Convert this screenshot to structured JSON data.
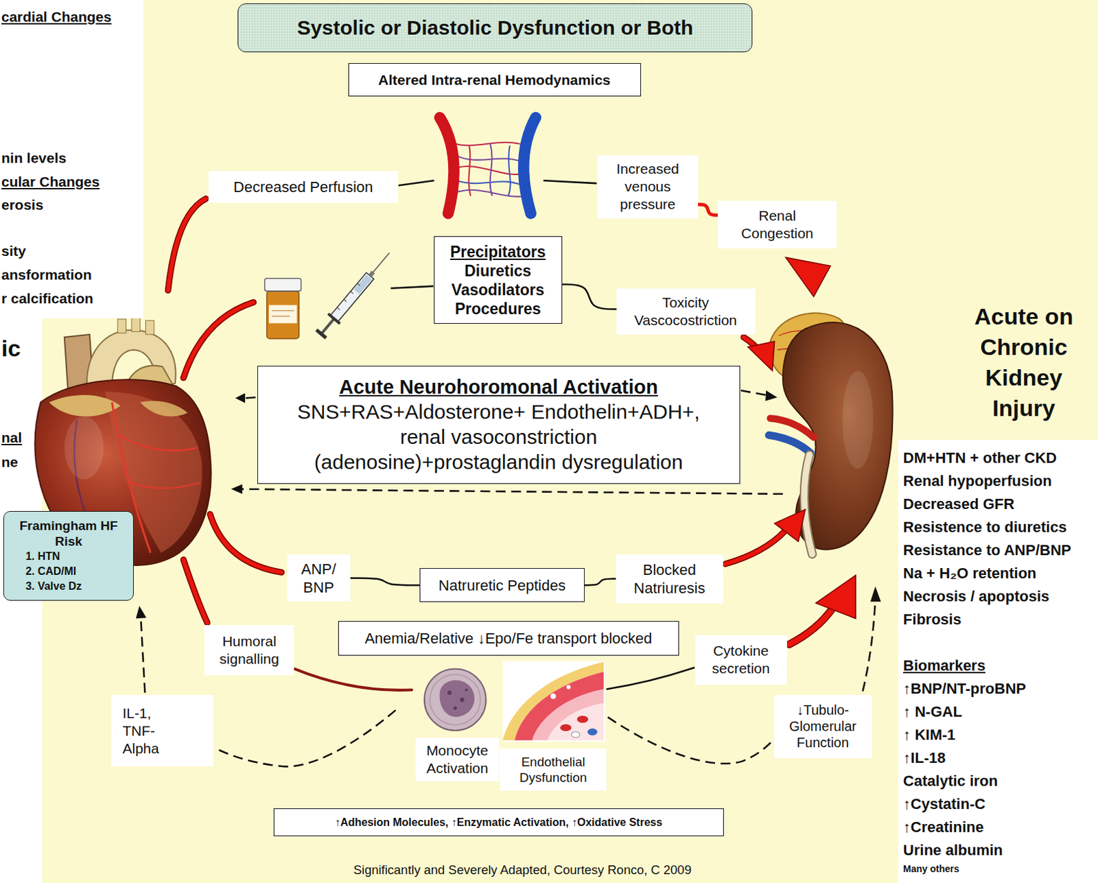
{
  "diagram": {
    "caption": "Significantly and Severely Adapted, Courtesy Ronco, C 2009",
    "nodes": [
      {
        "text": [
          "cardial Changes",
          "nin levels",
          "cular Changes",
          "erosis",
          "sity",
          "ansformation",
          "r calcification"
        ]
      },
      {
        "text": [
          "Systolic or Diastolic Dysfunction or Both"
        ]
      },
      {
        "text": [
          "Altered Intra-renal Hemodynamics"
        ]
      },
      {
        "text": [
          "Decreased Perfusion"
        ]
      },
      {
        "text": [
          "Increased venous pressure"
        ]
      },
      {
        "text": [
          "Renal Congestion"
        ]
      },
      {
        "text": [
          "Precipitators",
          "Diuretics Vasodilators Procedures"
        ]
      },
      {
        "text": [
          "Toxicity Vascocostriction"
        ]
      },
      {
        "text": [
          "Acute Neurohoromonal Activation",
          "SNS+RAS+Aldosterone+ Endothelin+ADH+, renal vasoconstriction (adenosine)+prostaglandin dysregulation"
        ]
      },
      {
        "text": [
          "Framingham HF Risk",
          "1. HTN",
          "2. CAD/MI",
          "3. Valve Dz"
        ]
      },
      {
        "text": [
          "ANP/ BNP"
        ]
      },
      {
        "text": [
          "Natruretic Peptides"
        ]
      },
      {
        "text": [
          "Blocked Natriuresis"
        ]
      },
      {
        "text": [
          "Humoral signalling"
        ]
      },
      {
        "text": [
          "Anemia/Relative ↓Epo/Fe transport blocked"
        ]
      },
      {
        "text": [
          "Cytokine secretion"
        ]
      },
      {
        "text": [
          "IL-1, TNF-Alpha"
        ]
      },
      {
        "text": [
          "Monocyte Activation"
        ]
      },
      {
        "text": [
          "Endothelial Dysfunction"
        ]
      },
      {
        "text": [
          "↓Tubulo-Glomerular Function"
        ]
      },
      {
        "text": [
          "↑Adhesion Molecules, ↑Enzymatic Activation, ↑Oxidative Stress"
        ]
      },
      {
        "text": [
          "DM+HTN + other CKD",
          "Renal hypoperfusion",
          "Decreased GFR",
          "Resistence to diuretics",
          "Resistance to ANP/BNP",
          "Na + H₂O retention",
          "Necrosis / apoptosis",
          "Fibrosis",
          "Biomarkers",
          "↑BNP/NT-proBNP",
          "↑ N-GAL",
          "↑ KIM-1",
          "↑IL-18",
          "Catalytic iron",
          "↑Cystatin-C",
          "↑Creatinine",
          "Urine albumin",
          "Many others"
        ]
      }
    ],
    "edges": [
      {
        "from": 4,
        "to": 5,
        "arrow": "none"
      },
      {
        "from": 6,
        "to": 7,
        "arrow": "none"
      },
      {
        "from": 10,
        "to": 11,
        "arrow": "none"
      },
      {
        "from": 11,
        "to": 12,
        "arrow": "none"
      }
    ],
    "labels": [
      "Acute on Chronic Kidney Injury",
      "ic",
      "nal",
      "ne"
    ]
  }
}
